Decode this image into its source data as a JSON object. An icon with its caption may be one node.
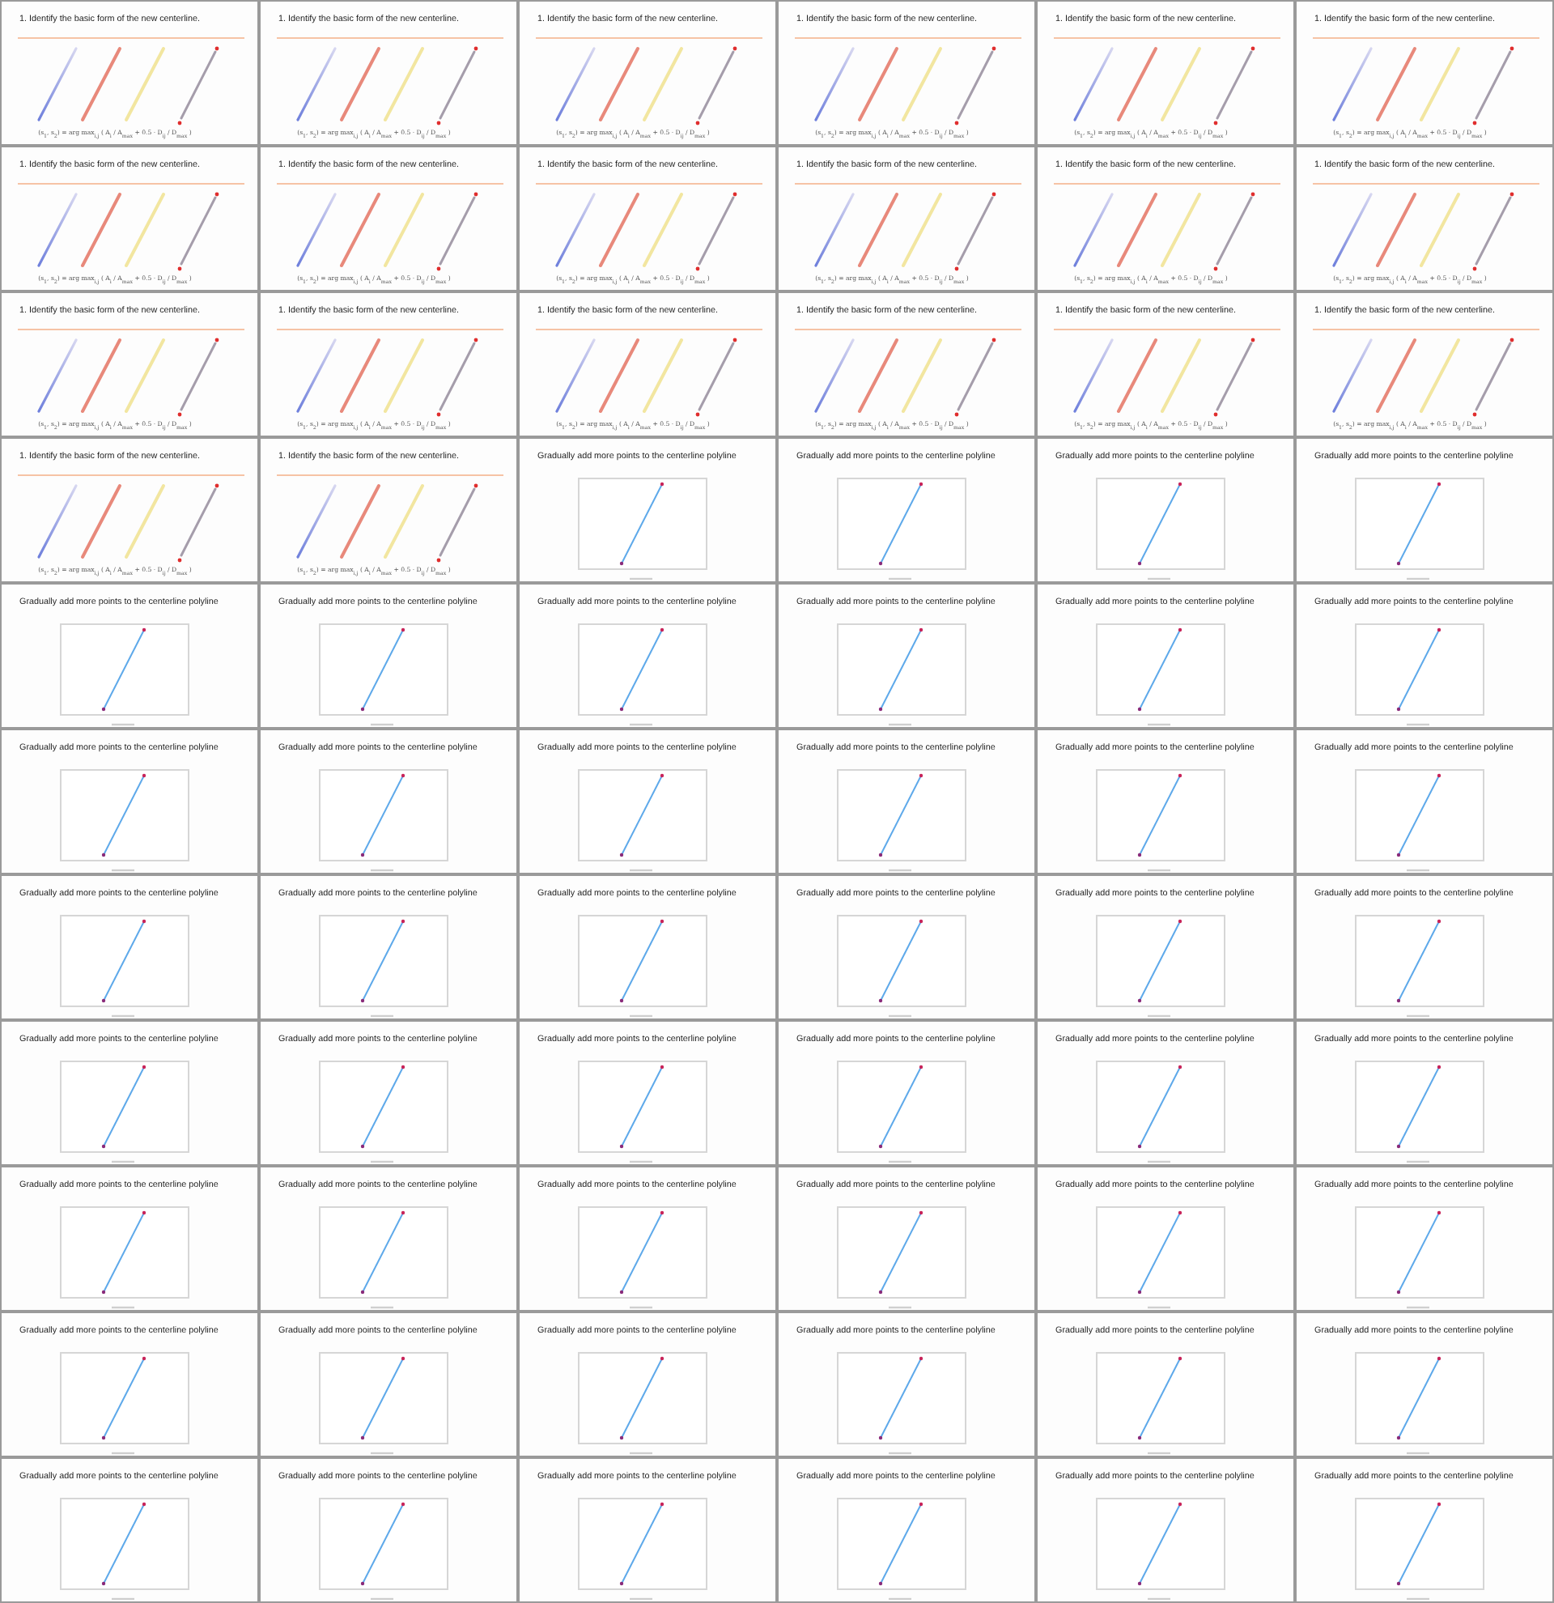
{
  "diagram": {
    "nodes": [
      {
        "text": [
          "1. Identify the basic form of the new centerline.",
          "(s$_{1}$, s$_{2}$) = arg max$_{i,j}$ ( A$_{i}$ / A$_{max}$ + 0.5 · D$_{ij}$ / D$_{max}$ )"
        ]
      },
      {
        "text": [
          "1. Identify the basic form of the new centerline.",
          "(s$_{1}$, s$_{2}$) = arg max$_{i,j}$ ( A$_{i}$ / A$_{max}$ + 0.5 · D$_{ij}$ / D$_{max}$ )"
        ]
      },
      {
        "text": [
          "1. Identify the basic form of the new centerline.",
          "(s$_{1}$, s$_{2}$) = arg max$_{i,j}$ ( A$_{i}$ / A$_{max}$ + 0.5 · D$_{ij}$ / D$_{max}$ )"
        ]
      },
      {
        "text": [
          "1. Identify the basic form of the new centerline.",
          "(s$_{1}$, s$_{2}$) = arg max$_{i,j}$ ( A$_{i}$ / A$_{max}$ + 0.5 · D$_{ij}$ / D$_{max}$ )"
        ]
      },
      {
        "text": [
          "1. Identify the basic form of the new centerline.",
          "(s$_{1}$, s$_{2}$) = arg max$_{i,j}$ ( A$_{i}$ / A$_{max}$ + 0.5 · D$_{ij}$ / D$_{max}$ )"
        ]
      },
      {
        "text": [
          "1. Identify the basic form of the new centerline.",
          "(s$_{1}$, s$_{2}$) = arg max$_{i,j}$ ( A$_{i}$ / A$_{max}$ + 0.5 · D$_{ij}$ / D$_{max}$ )"
        ]
      },
      {
        "text": [
          "1. Identify the basic form of the new centerline.",
          "(s$_{1}$, s$_{2}$) = arg max$_{i,j}$ ( A$_{i}$ / A$_{max}$ + 0.5 · D$_{ij}$ / D$_{max}$ )"
        ]
      },
      {
        "text": [
          "1. Identify the basic form of the new centerline.",
          "(s$_{1}$, s$_{2}$) = arg max$_{i,j}$ ( A$_{i}$ / A$_{max}$ + 0.5 · D$_{ij}$ / D$_{max}$ )"
        ]
      },
      {
        "text": [
          "1. Identify the basic form of the new centerline.",
          "(s$_{1}$, s$_{2}$) = arg max$_{i,j}$ ( A$_{i}$ / A$_{max}$ + 0.5 · D$_{ij}$ / D$_{max}$ )"
        ]
      },
      {
        "text": [
          "1. Identify the basic form of the new centerline.",
          "(s$_{1}$, s$_{2}$) = arg max$_{i,j}$ ( A$_{i}$ / A$_{max}$ + 0.5 · D$_{ij}$ / D$_{max}$ )"
        ]
      },
      {
        "text": [
          "1. Identify the basic form of the new centerline.",
          "(s$_{1}$, s$_{2}$) = arg max$_{i,j}$ ( A$_{i}$ / A$_{max}$ + 0.5 · D$_{ij}$ / D$_{max}$ )"
        ]
      },
      {
        "text": [
          "1. Identify the basic form of the new centerline.",
          "(s$_{1}$, s$_{2}$) = arg max$_{i,j}$ ( A$_{i}$ / A$_{max}$ + 0.5 · D$_{ij}$ / D$_{max}$ )"
        ]
      },
      {
        "text": [
          "1. Identify the basic form of the new centerline.",
          "(s$_{1}$, s$_{2}$) = arg max$_{i,j}$ ( A$_{i}$ / A$_{max}$ + 0.5 · D$_{ij}$ / D$_{max}$ )"
        ]
      },
      {
        "text": [
          "1. Identify the basic form of the new centerline.",
          "(s$_{1}$, s$_{2}$) = arg max$_{i,j}$ ( A$_{i}$ / A$_{max}$ + 0.5 · D$_{ij}$ / D$_{max}$ )"
        ]
      },
      {
        "text": [
          "1. Identify the basic form of the new centerline.",
          "(s$_{1}$, s$_{2}$) = arg max$_{i,j}$ ( A$_{i}$ / A$_{max}$ + 0.5 · D$_{ij}$ / D$_{max}$ )"
        ]
      },
      {
        "text": [
          "1. Identify the basic form of the new centerline.",
          "(s$_{1}$, s$_{2}$) = arg max$_{i,j}$ ( A$_{i}$ / A$_{max}$ + 0.5 · D$_{ij}$ / D$_{max}$ )"
        ]
      },
      {
        "text": [
          "1. Identify the basic form of the new centerline.",
          "(s$_{1}$, s$_{2}$) = arg max$_{i,j}$ ( A$_{i}$ / A$_{max}$ + 0.5 · D$_{ij}$ / D$_{max}$ )"
        ]
      },
      {
        "text": [
          "1. Identify the basic form of the new centerline.",
          "(s$_{1}$, s$_{2}$) = arg max$_{i,j}$ ( A$_{i}$ / A$_{max}$ + 0.5 · D$_{ij}$ / D$_{max}$ )"
        ]
      },
      {
        "text": [
          "1. Identify the basic form of the new centerline.",
          "(s$_{1}$, s$_{2}$) = arg max$_{i,j}$ ( A$_{i}$ / A$_{max}$ + 0.5 · D$_{ij}$ / D$_{max}$ )"
        ]
      },
      {
        "text": [
          "1. Identify the basic form of the new centerline.",
          "(s$_{1}$, s$_{2}$) = arg max$_{i,j}$ ( A$_{i}$ / A$_{max}$ + 0.5 · D$_{ij}$ / D$_{max}$ )"
        ]
      },
      {
        "text": [
          "Gradually add more points to the centerline polyline"
        ]
      },
      {
        "text": [
          "Gradually add more points to the centerline polyline"
        ]
      },
      {
        "text": [
          "Gradually add more points to the centerline polyline"
        ]
      },
      {
        "text": [
          "Gradually add more points to the centerline polyline"
        ]
      },
      {
        "text": [
          "Gradually add more points to the centerline polyline"
        ]
      },
      {
        "text": [
          "Gradually add more points to the centerline polyline"
        ]
      },
      {
        "text": [
          "Gradually add more points to the centerline polyline"
        ]
      },
      {
        "text": [
          "Gradually add more points to the centerline polyline"
        ]
      },
      {
        "text": [
          "Gradually add more points to the centerline polyline"
        ]
      },
      {
        "text": [
          "Gradually add more points to the centerline polyline"
        ]
      },
      {
        "text": [
          "Gradually add more points to the centerline polyline"
        ]
      },
      {
        "text": [
          "Gradually add more points to the centerline polyline"
        ]
      },
      {
        "text": [
          "Gradually add more points to the centerline polyline"
        ]
      },
      {
        "text": [
          "Gradually add more points to the centerline polyline"
        ]
      },
      {
        "text": [
          "Gradually add more points to the centerline polyline"
        ]
      },
      {
        "text": [
          "Gradually add more points to the centerline polyline"
        ]
      },
      {
        "text": [
          "Gradually add more points to the centerline polyline"
        ]
      },
      {
        "text": [
          "Gradually add more points to the centerline polyline"
        ]
      },
      {
        "text": [
          "Gradually add more points to the centerline polyline"
        ]
      },
      {
        "text": [
          "Gradually add more points to the centerline polyline"
        ]
      },
      {
        "text": [
          "Gradually add more points to the centerline polyline"
        ]
      },
      {
        "text": [
          "Gradually add more points to the centerline polyline"
        ]
      },
      {
        "text": [
          "Gradually add more points to the centerline polyline"
        ]
      },
      {
        "text": [
          "Gradually add more points to the centerline polyline"
        ]
      },
      {
        "text": [
          "Gradually add more points to the centerline polyline"
        ]
      },
      {
        "text": [
          "Gradually add more points to the centerline polyline"
        ]
      },
      {
        "text": [
          "Gradually add more points to the centerline polyline"
        ]
      },
      {
        "text": [
          "Gradually add more points to the centerline polyline"
        ]
      },
      {
        "text": [
          "Gradually add more points to the centerline polyline"
        ]
      },
      {
        "text": [
          "Gradually add more points to the centerline polyline"
        ]
      },
      {
        "text": [
          "Gradually add more points to the centerline polyline"
        ]
      },
      {
        "text": [
          "Gradually add more points to the centerline polyline"
        ]
      },
      {
        "text": [
          "Gradually add more points to the centerline polyline"
        ]
      },
      {
        "text": [
          "Gradually add more points to the centerline polyline"
        ]
      },
      {
        "text": [
          "Gradually add more points to the centerline polyline"
        ]
      },
      {
        "text": [
          "Gradually add more points to the centerline polyline"
        ]
      },
      {
        "text": [
          "Gradually add more points to the centerline polyline"
        ]
      },
      {
        "text": [
          "Gradually add more points to the centerline polyline"
        ]
      },
      {
        "text": [
          "Gradually add more points to the centerline polyline"
        ]
      },
      {
        "text": [
          "Gradually add more points to the centerline polyline"
        ]
      },
      {
        "text": [
          "Gradually add more points to the centerline polyline"
        ]
      },
      {
        "text": [
          "Gradually add more points to the centerline polyline"
        ]
      },
      {
        "text": [
          "Gradually add more points to the centerline polyline"
        ]
      },
      {
        "text": [
          "Gradually add more points to the centerline polyline"
        ]
      },
      {
        "text": [
          "Gradually add more points to the centerline polyline"
        ]
      },
      {
        "text": [
          "Gradually add more points to the centerline polyline"
        ]
      }
    ]
  }
}
